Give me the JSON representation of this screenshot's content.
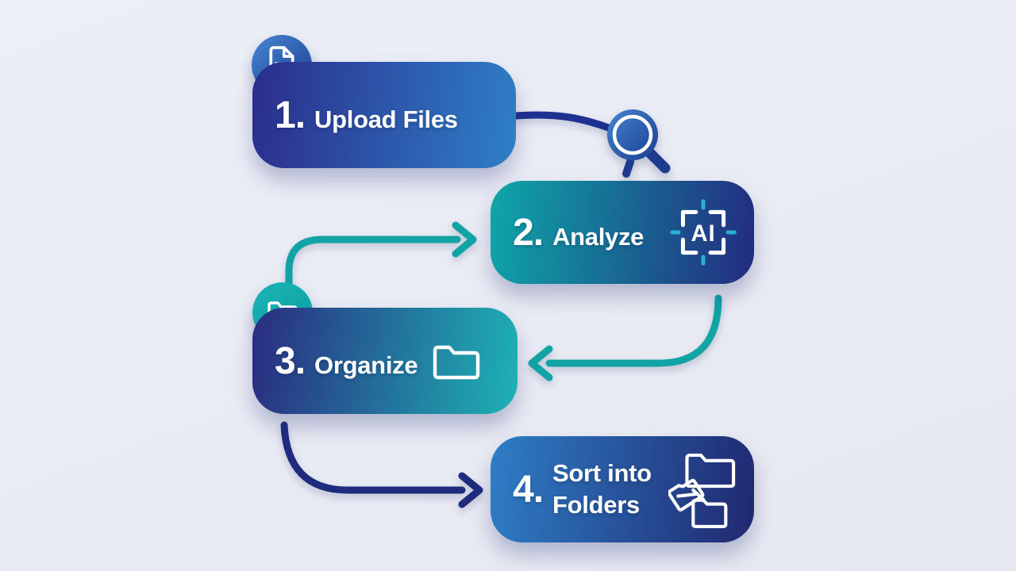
{
  "steps": [
    {
      "number": "1.",
      "label": "Upload Files",
      "badge_icon": "document-icon"
    },
    {
      "number": "2.",
      "label": "Analyze",
      "inline_icon": "ai-scan-icon",
      "ai_label": "AI"
    },
    {
      "number": "3.",
      "label": "Organize",
      "badge_icon": "folder-icon",
      "inline_icon": "folder-icon"
    },
    {
      "number": "4.",
      "label_lines": [
        "Sort into",
        "Folders"
      ],
      "inline_icon": "sort-folders-icon"
    }
  ],
  "flow": {
    "connector_icon": "magnifier-icon",
    "sequence": [
      "1 to 2",
      "2 to 3",
      "3 to 4"
    ]
  },
  "colors": {
    "background": "#eaecf4",
    "step1_gradient": [
      "#2b2d8c",
      "#2e7fc6"
    ],
    "step2_gradient": [
      "#0ea6a8",
      "#232b80"
    ],
    "step3_gradient": [
      "#2a2c80",
      "#1db2b5"
    ],
    "step4_gradient": [
      "#2e7ec6",
      "#202870"
    ],
    "arrow_teal": "#12a3a5",
    "arrow_navy": "#1f2b7c",
    "connector_navy": "#1e3090",
    "ai_tick_cyan": "#28b0d4",
    "text": "#ffffff"
  }
}
